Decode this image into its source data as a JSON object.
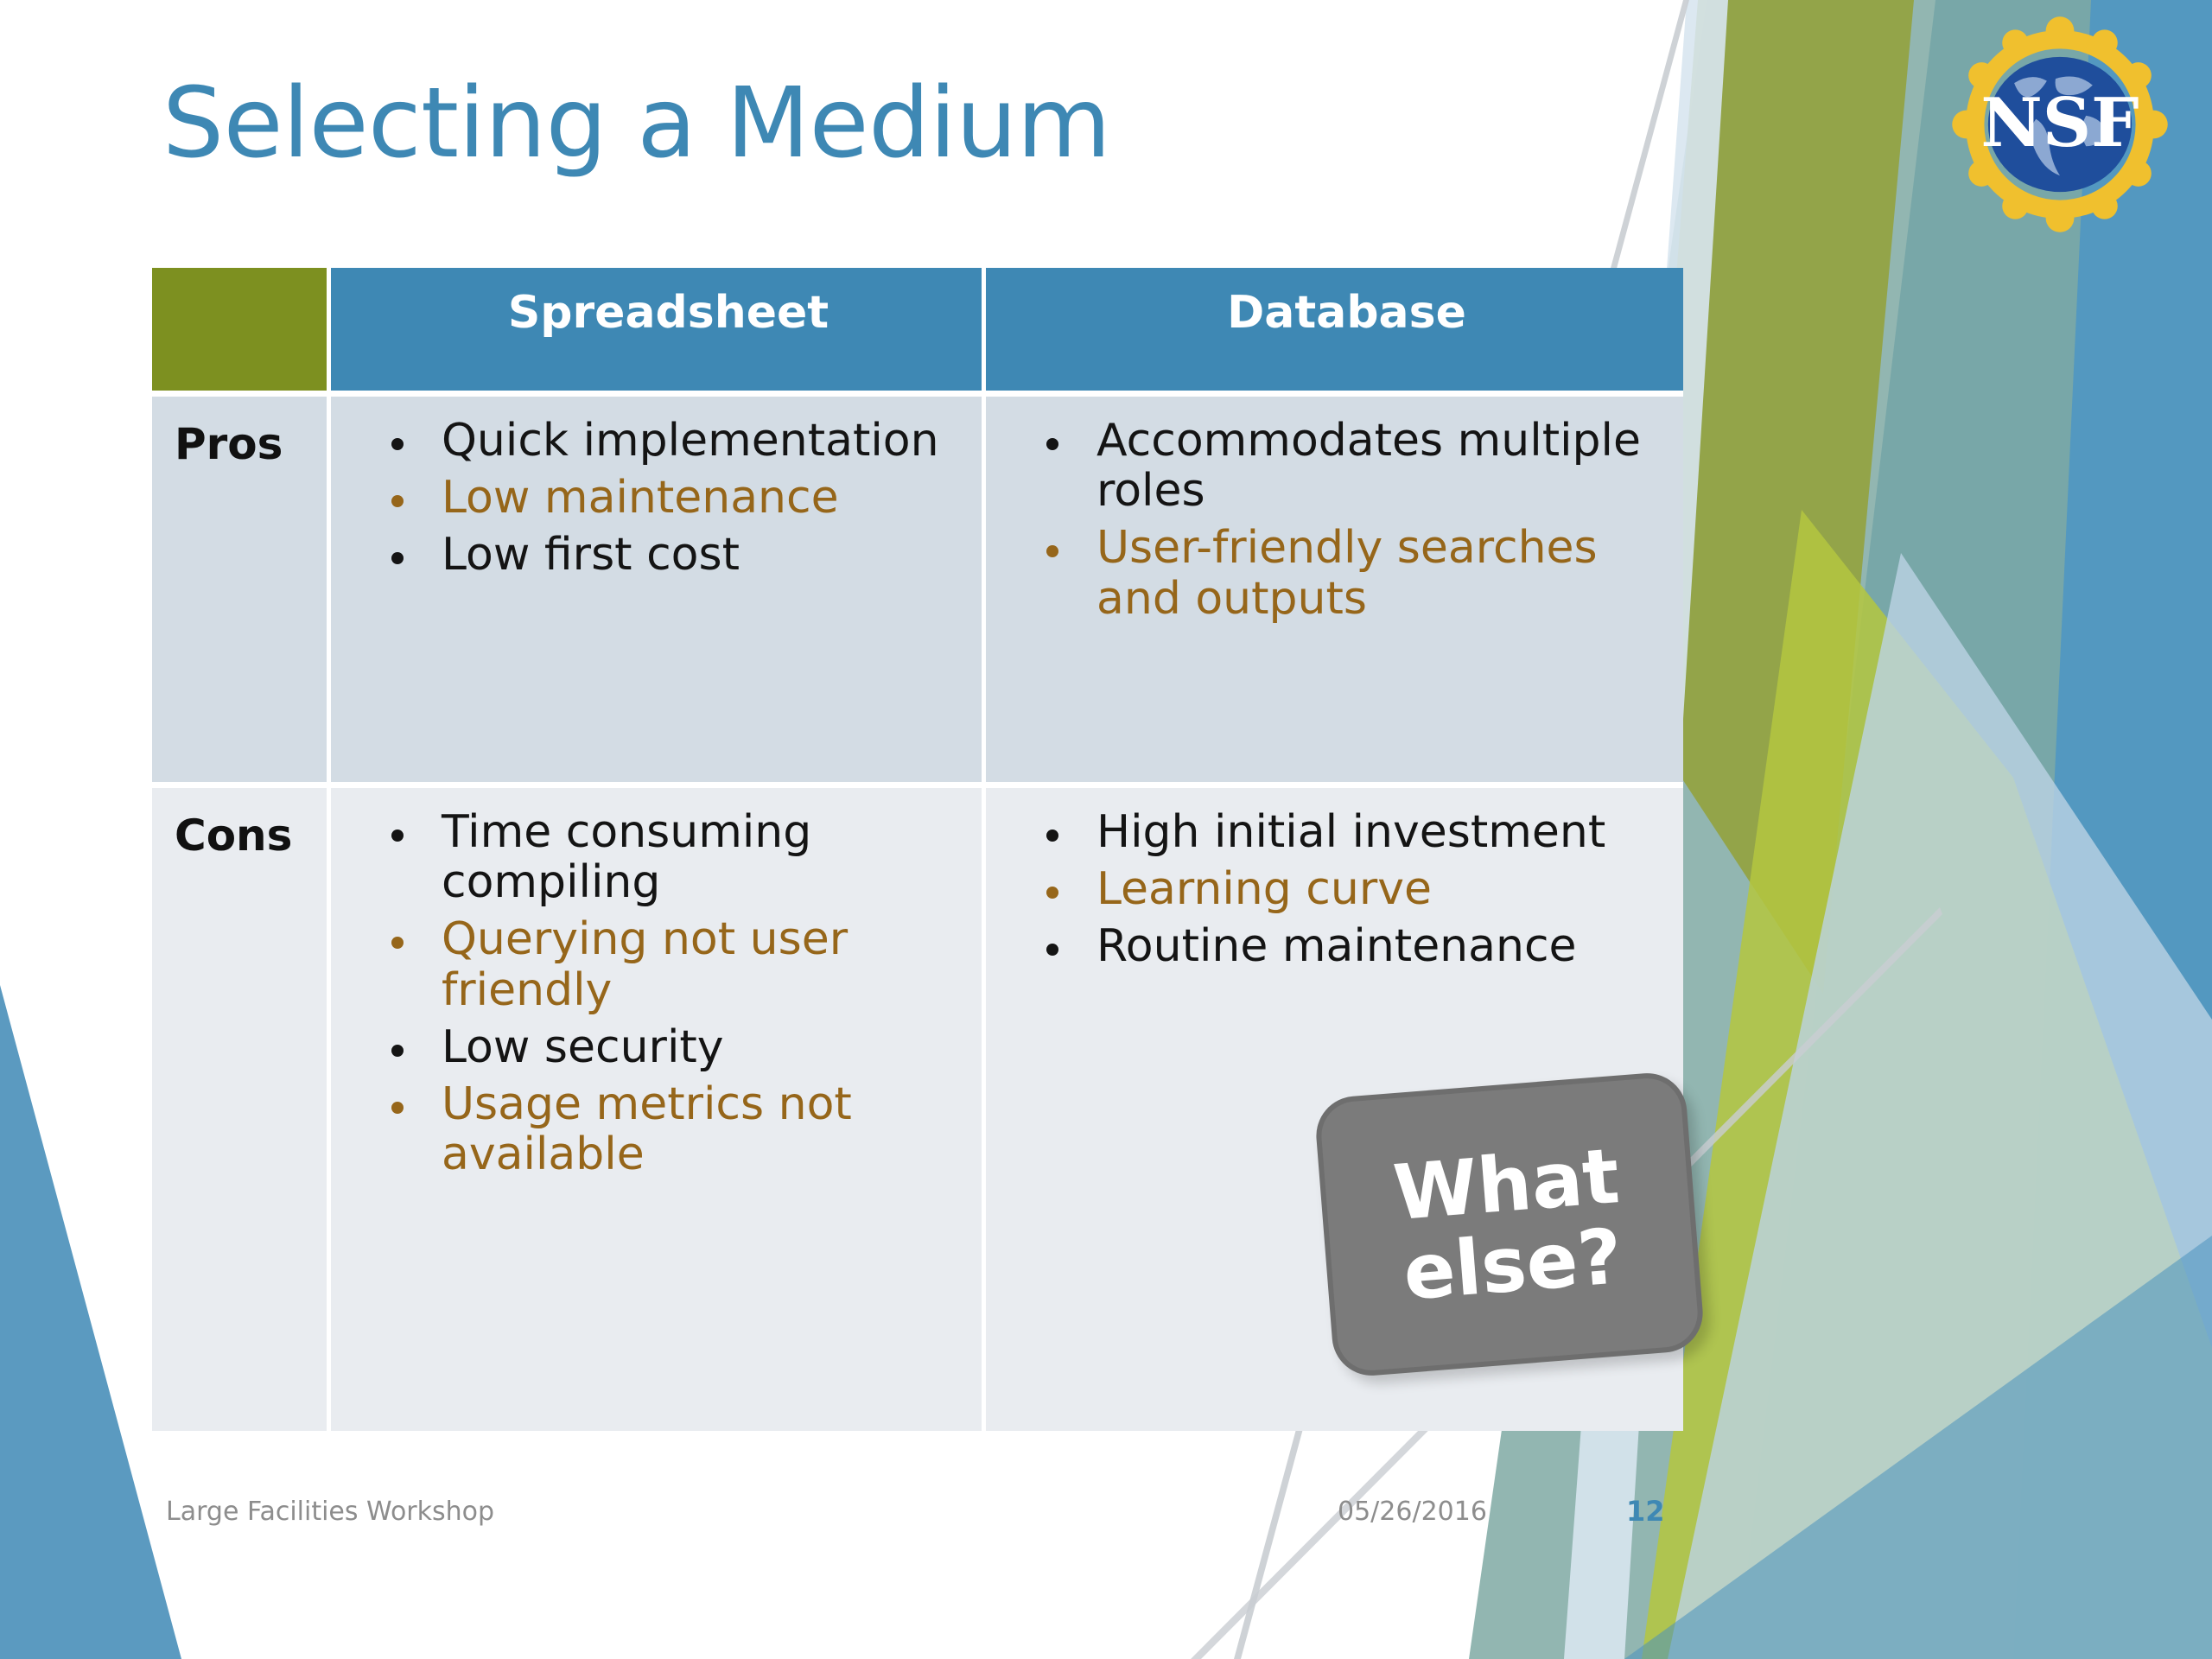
{
  "slide": {
    "title": "Selecting a Medium",
    "title_color": "#3E88B4"
  },
  "table": {
    "corner_cell": "",
    "columns": [
      {
        "key": "spreadsheet",
        "label": "Spreadsheet"
      },
      {
        "key": "database",
        "label": "Database"
      }
    ],
    "rows": [
      {
        "label": "Pros",
        "spreadsheet": [
          {
            "text": "Quick implementation",
            "color": "black"
          },
          {
            "text": "Low maintenance",
            "color": "brown"
          },
          {
            "text": "Low first cost",
            "color": "black"
          }
        ],
        "database": [
          {
            "text": "Accommodates multiple roles",
            "color": "black"
          },
          {
            "text": "User-friendly searches and outputs",
            "color": "brown"
          }
        ]
      },
      {
        "label": "Cons",
        "spreadsheet": [
          {
            "text": "Time consuming compiling",
            "color": "black"
          },
          {
            "text": "Querying not user friendly",
            "color": "brown"
          },
          {
            "text": "Low security",
            "color": "black"
          },
          {
            "text": "Usage metrics not available",
            "color": "brown"
          }
        ],
        "database": [
          {
            "text": "High initial investment",
            "color": "black"
          },
          {
            "text": "Learning curve",
            "color": "brown"
          },
          {
            "text": "Routine maintenance",
            "color": "black"
          }
        ]
      }
    ],
    "colors": {
      "header_blue": "#3E88B4",
      "header_corner_olive": "#7D9020",
      "row_pros_bg": "#D3DCE4",
      "row_cons_bg": "#E9ECF0",
      "bullet_black": "#141414",
      "bullet_brown": "#96661A"
    }
  },
  "sticker": {
    "line1": "What",
    "line2": "else?",
    "bg_color": "#7B7B7B",
    "text_color": "#FFFFFF"
  },
  "footer": {
    "left": "Large Facilities Workshop",
    "date": "05/26/2016",
    "page": "12",
    "page_color": "#3E88B4"
  },
  "logo": {
    "name": "NSF",
    "letters": "NSF",
    "globe_color": "#1F4E9C",
    "ring_color": "#F0C02E"
  },
  "decoration": {
    "ribbon_olive": "#93A343",
    "ribbon_olive_bright": "#B4C73F",
    "ribbon_teal": "#7FA9A3",
    "ribbon_blue": "#4A92BD",
    "ribbon_light_blue": "#BCD3E4",
    "corner_wedge_blue": "#5B9AC0"
  }
}
